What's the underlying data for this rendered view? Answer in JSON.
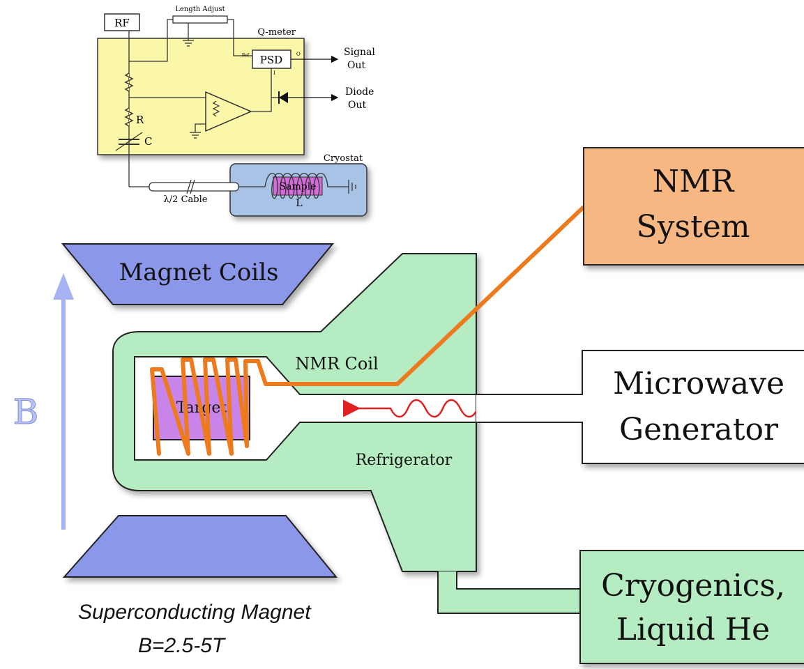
{
  "qmeter": {
    "rf": "RF",
    "length_adjust": "Length Adjust",
    "title": "Q-meter",
    "psd": "PSD",
    "ref_pin": "Ref",
    "out_pin": "O",
    "in_pin": "I",
    "signal_out_1": "Signal",
    "signal_out_2": "Out",
    "diode_out_1": "Diode",
    "diode_out_2": "Out",
    "r_label": "R",
    "c_label": "C",
    "cryostat": "Cryostat",
    "sample": "Sample",
    "l_label": "L",
    "cable": "λ/2 Cable",
    "colors": {
      "panel": "#fbf7a9",
      "cryostat": "#a9c3e6",
      "sample": "#d36bd9"
    }
  },
  "main": {
    "magnet_coils": "Magnet Coils",
    "b_arrow": "B",
    "nmr_coil": "NMR Coil",
    "target": "Target",
    "refrigerator": "Refrigerator",
    "nmr_system_1": "NMR",
    "nmr_system_2": "System",
    "microwave_1": "Microwave",
    "microwave_2": "Generator",
    "cryogenics_1": "Cryogenics,",
    "cryogenics_2": "Liquid He",
    "magnet_caption_1": "Superconducting Magnet",
    "magnet_caption_2": "B=2.5-5T",
    "colors": {
      "coil_blue": "#8b97e8",
      "fridge_green": "#b5ecc2",
      "nmr_orange": "#f6b782",
      "wire_orange": "#ee7a1e",
      "target_purple": "#c884e8",
      "arrow_blue": "#a7b3f2",
      "microwave_red": "#e0201e"
    }
  }
}
